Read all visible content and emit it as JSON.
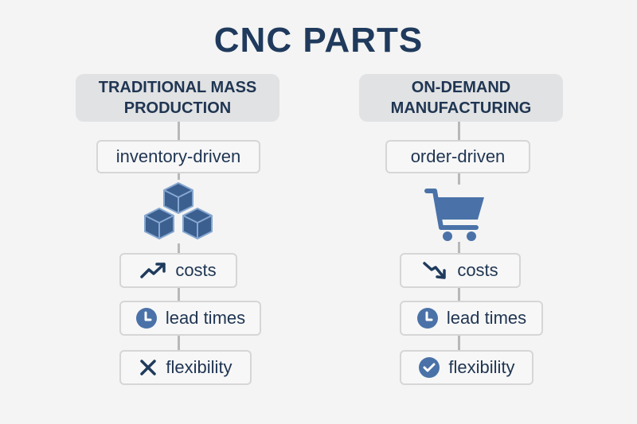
{
  "title": "CNC PARTS",
  "colors": {
    "navy": "#1f3552",
    "accent_blue": "#4a72a8",
    "cube_blue": "#3b5f8f",
    "header_bg": "#e1e2e3",
    "connector": "#b8b8b8"
  },
  "left": {
    "header_line1": "TRADITIONAL MASS",
    "header_line2": "PRODUCTION",
    "driver": "inventory-driven",
    "icon": "cubes-icon",
    "items": [
      {
        "icon": "trend-up-icon",
        "label": "costs"
      },
      {
        "icon": "clock-icon",
        "label": "lead times"
      },
      {
        "icon": "x-icon",
        "label": "flexibility"
      }
    ]
  },
  "right": {
    "header_line1": "ON-DEMAND",
    "header_line2": "MANUFACTURING",
    "driver": "order-driven",
    "icon": "shopping-cart-icon",
    "items": [
      {
        "icon": "trend-down-icon",
        "label": "costs"
      },
      {
        "icon": "clock-icon",
        "label": "lead times"
      },
      {
        "icon": "check-circle-icon",
        "label": "flexibility"
      }
    ]
  }
}
